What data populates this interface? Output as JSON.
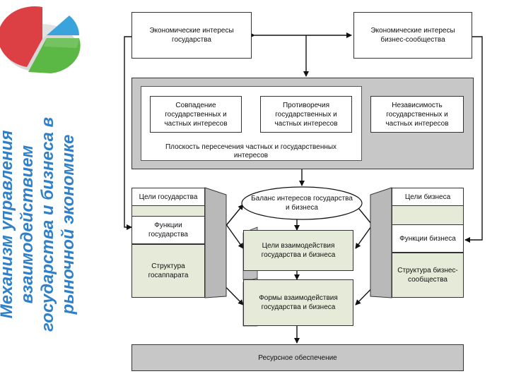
{
  "title": "Механизм управления\nвзаимодействием\nгосударства и бизнеса в\nрыночной экономике",
  "top": {
    "gov_interests": "Экономические интересы\nгосударства",
    "biz_interests": "Экономические интересы\nбизнес-сообщества"
  },
  "plane": {
    "label": "Плоскость пересечения частных и государственных\nинтересов",
    "coincidence": "Совпадение\nгосударственных и\nчастных интересов",
    "contradiction": "Противоречия\nгосударственных и\nчастных интересов",
    "independence": "Независимость\nгосударственных и\nчастных интересов"
  },
  "state": {
    "goals": "Цели государства",
    "functions": "Функции\nгосударства",
    "structure": "Структура\nгосаппарата"
  },
  "business": {
    "goals": "Цели бизнеса",
    "functions": "Функции бизнеса",
    "structure": "Структура бизнес-\nсообщества"
  },
  "center": {
    "balance": "Баланс интересов государства\nи бизнеса",
    "interaction_goals": "Цели взаимодействия\nгосударства и бизнеса",
    "interaction_forms": "Формы взаимодействия\nгосударства и бизнеса"
  },
  "bottom": {
    "resources": "Ресурсное обеспечение"
  },
  "colors": {
    "title": "#2f80c8",
    "panel_gray": "#c7c7c7",
    "box_green": "#e6ead8",
    "pie_red": "#d9262b",
    "pie_green": "#5cb845",
    "pie_blue": "#3ba3dc"
  },
  "icons": [
    "pie-chart-icon"
  ]
}
